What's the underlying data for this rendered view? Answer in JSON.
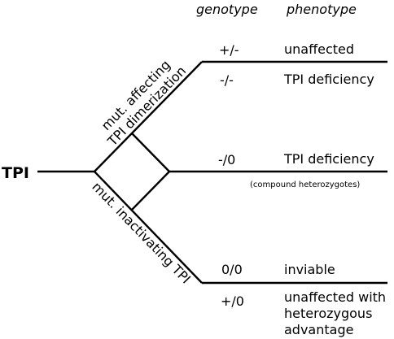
{
  "headers": {
    "genotype": "genotype",
    "phenotype": "phenotype"
  },
  "root": {
    "label": "TPI"
  },
  "branches": {
    "upper": {
      "line1": "mut. affecting",
      "line2": "TPI dimerization"
    },
    "lower": {
      "label": "mut. inactivating TPI"
    }
  },
  "rows": [
    {
      "genotype": "+/-",
      "phenotype": "unaffected"
    },
    {
      "genotype": "-/-",
      "phenotype": "TPI deficiency"
    },
    {
      "genotype": "-/0",
      "phenotype": "TPI deficiency",
      "note": "(compound heterozygotes)"
    },
    {
      "genotype": "0/0",
      "phenotype": "inviable"
    },
    {
      "genotype": "+/0",
      "phenotype_lines": [
        "unaffected with",
        "heterozygous",
        "advantage"
      ]
    }
  ],
  "colors": {
    "line": "#000000",
    "text": "#000000",
    "background": "#ffffff"
  }
}
